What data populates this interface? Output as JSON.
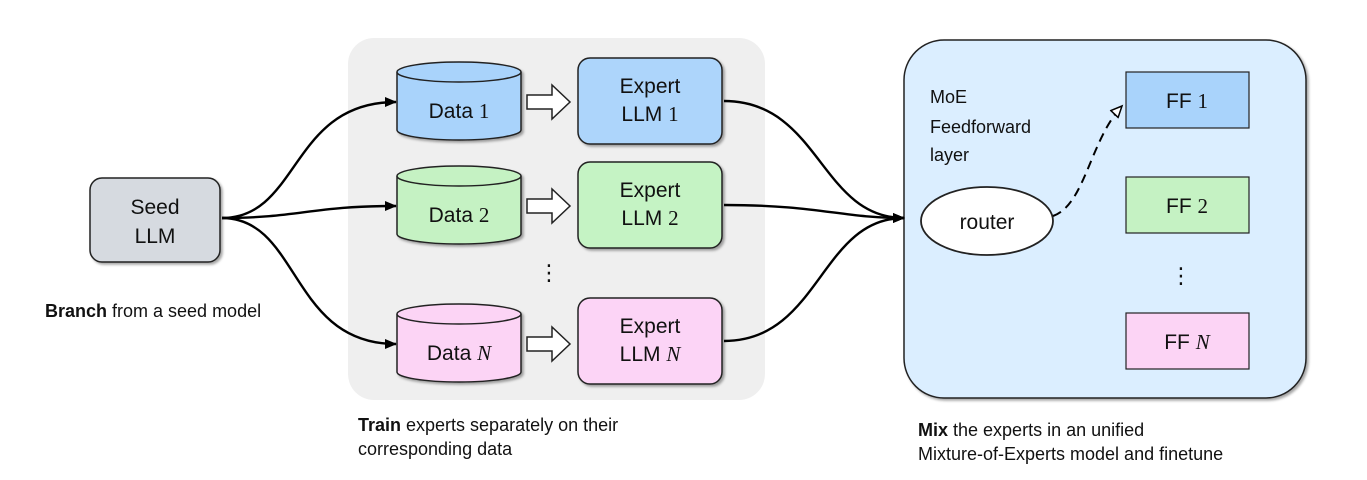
{
  "seed": {
    "line1": "Seed",
    "line2": "LLM"
  },
  "branch_caption": {
    "bold": "Branch",
    "rest": " from a seed model"
  },
  "train_caption": {
    "bold": "Train",
    "line1_rest": " experts separately on their",
    "line2": "corresponding data"
  },
  "mix_caption": {
    "bold": "Mix",
    "line1_rest": " the experts in an unified",
    "line2": "Mixture-of-Experts model and finetune"
  },
  "data_items": [
    {
      "prefix": "Data ",
      "index": "1",
      "color": "#a9d3fb"
    },
    {
      "prefix": "Data ",
      "index": "2",
      "color": "#c5f2c3"
    },
    {
      "prefix": "Data ",
      "index": "N",
      "color": "#fcd4f5"
    }
  ],
  "expert_items": [
    {
      "line1": "Expert",
      "line2_prefix": "LLM ",
      "index": "1",
      "color": "#add5fb"
    },
    {
      "line1": "Expert",
      "line2_prefix": "LLM ",
      "index": "2",
      "color": "#c5f3c4"
    },
    {
      "line1": "Expert",
      "line2_prefix": "LLM ",
      "index": "N",
      "color": "#fcd4f6"
    }
  ],
  "ellipsis": "⋮",
  "moe": {
    "label_lines": [
      "MoE",
      "Feedforward",
      "layer"
    ],
    "router_label": "router",
    "ff_items": [
      {
        "prefix": "FF ",
        "index": "1",
        "color": "#a9d3fb"
      },
      {
        "prefix": "FF ",
        "index": "2",
        "color": "#c5f2c3"
      },
      {
        "prefix": "FF ",
        "index": "N",
        "color": "#fcd4f5"
      }
    ],
    "panel_color": "#dbeeff"
  },
  "colors": {
    "seed_box": "#d6dae0",
    "train_panel": "#efefef"
  }
}
